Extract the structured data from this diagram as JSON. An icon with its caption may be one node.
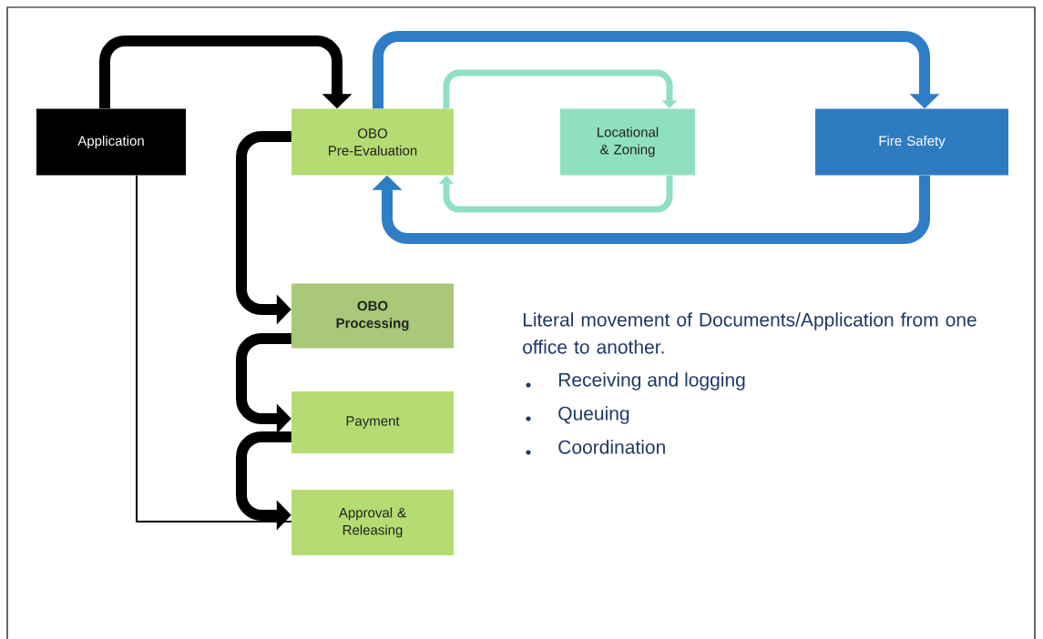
{
  "diagram": {
    "nodes": [
      {
        "text": [
          "Application"
        ]
      },
      {
        "text": [
          "OBO Pre-Evaluation"
        ]
      },
      {
        "text": [
          "Locational & Zoning"
        ]
      },
      {
        "text": [
          "Fire Safety"
        ]
      },
      {
        "text": [
          "OBO Processing"
        ]
      },
      {
        "text": [
          "Payment"
        ]
      },
      {
        "text": [
          "Approval & Releasing"
        ]
      }
    ],
    "edges": [
      {
        "from": 0,
        "to": 1,
        "arrow": "to"
      },
      {
        "from": 1,
        "to": 2,
        "arrow": "to",
        "color": "#8fdfc4"
      },
      {
        "from": 2,
        "to": 1,
        "arrow": "to",
        "color": "#8fdfc4"
      },
      {
        "from": 1,
        "to": 3,
        "arrow": "to",
        "color": "#2e7dc6"
      },
      {
        "from": 3,
        "to": 1,
        "arrow": "to",
        "color": "#2e7dc6"
      },
      {
        "from": 1,
        "to": 4,
        "arrow": "to"
      },
      {
        "from": 4,
        "to": 5,
        "arrow": "to"
      },
      {
        "from": 5,
        "to": 6,
        "arrow": "to"
      },
      {
        "from": 0,
        "to": 6,
        "arrow": "none"
      }
    ],
    "labels": [
      "Literal movement of Documents/Application from one office to another.",
      "Receiving and logging",
      "Queuing",
      "Coordination"
    ]
  }
}
